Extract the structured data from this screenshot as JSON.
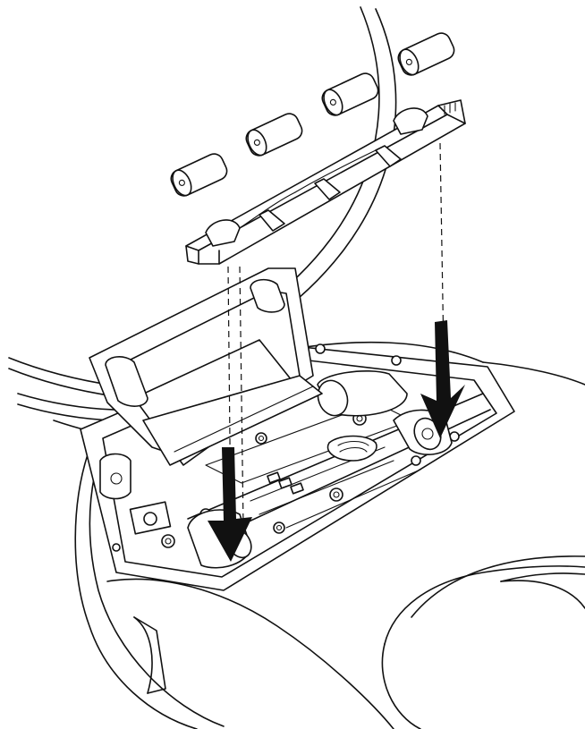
{
  "diagram": {
    "colors": {
      "line": "#111111",
      "background": "#ffffff"
    },
    "parts": {
      "batteries": [
        {
          "id": "battery-1"
        },
        {
          "id": "battery-2"
        },
        {
          "id": "battery-3"
        },
        {
          "id": "battery-4"
        }
      ],
      "battery_holder": {
        "id": "battery-holder"
      },
      "arrows": [
        {
          "id": "insert-arrow-left",
          "direction": "down"
        },
        {
          "id": "insert-arrow-right",
          "direction": "down"
        }
      ]
    }
  }
}
